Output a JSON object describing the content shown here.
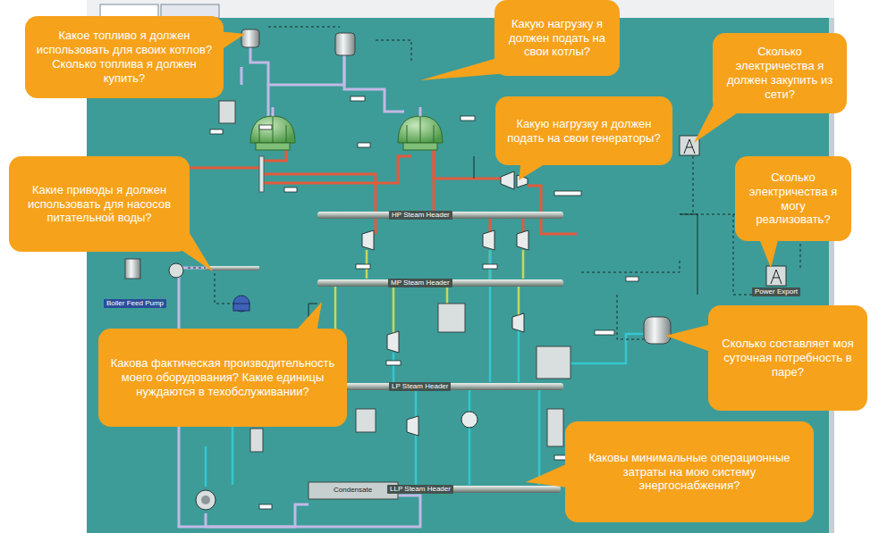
{
  "diagram": {
    "nodes": [
      {
        "text": [
          "Какое топливо я должен использовать для своих котлов? Сколько топлива я должен купить?"
        ]
      },
      {
        "text": [
          "Какую нагрузку я должен подать на свои котлы?"
        ]
      },
      {
        "text": [
          "Сколько электричества я должен закупить из сети?"
        ]
      },
      {
        "text": [
          "Какую нагрузку я должен подать на свои генераторы?"
        ]
      },
      {
        "text": [
          "Сколько электричества я могу реализовать?"
        ]
      },
      {
        "text": [
          "Какие приводы я должен использовать для насосов питательной воды?"
        ]
      },
      {
        "text": [
          "Какова фактическая производительность моего оборудования? Какие единицы нуждаются в техобслуживании?"
        ]
      },
      {
        "text": [
          "Сколько составляет моя суточная потребность в паре?"
        ]
      },
      {
        "text": [
          "Каковы минимальные операционные затраты на мою систему энергоснабжения?"
        ]
      }
    ],
    "labels": [
      "HP Steam Header",
      "MP Steam Header",
      "LP Steam Header",
      "LLP Steam Header",
      "Boiler Feed Pump",
      "Power Export",
      "Condensate"
    ]
  }
}
